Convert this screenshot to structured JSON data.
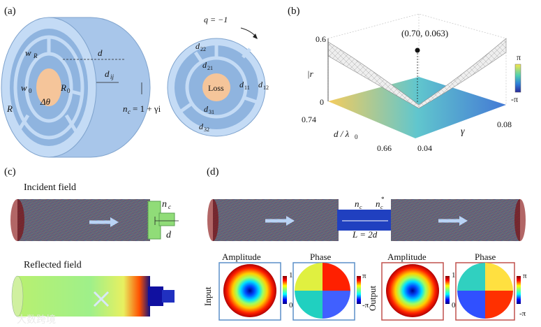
{
  "panel_labels": {
    "a": "(a)",
    "b": "(b)",
    "c": "(c)",
    "d": "(d)"
  },
  "panel_a": {
    "w_R": "w",
    "w_R_sub": "R",
    "w_0": "w",
    "w_0_sub": "0",
    "R_0": "R",
    "R_0_sub": "0",
    "delta_theta": "Δθ",
    "R": "R",
    "d": "d",
    "d_ij": "d",
    "d_ij_sub": "ij",
    "nc_eq": "= 1 + γi",
    "nc_n": "n",
    "nc_sub": "c",
    "q_label": "q = −1",
    "loss": "Loss",
    "domains": [
      {
        "main": "d",
        "sub": "22"
      },
      {
        "main": "d",
        "sub": "21"
      },
      {
        "main": "d",
        "sub": "11"
      },
      {
        "main": "d",
        "sub": "12"
      },
      {
        "main": "d",
        "sub": "31"
      },
      {
        "main": "d",
        "sub": "32"
      }
    ]
  },
  "panel_b": {
    "point_label": "(0.70, 0.063)",
    "z_tick_top": "0.6",
    "z_tick_bottom": "0",
    "z_axis_label": "|r",
    "x_tick_top": "0.74",
    "x_tick_bottom": "0.66",
    "x_axis_label": "d / λ",
    "x_axis_sub": "0",
    "y_axis_label": "γ",
    "y_tick_left": "0.04",
    "y_tick_right": "0.08",
    "colorbar_top": "π",
    "colorbar_bottom": "-π"
  },
  "panel_c": {
    "incident_title": "Incident field",
    "reflected_title": "Reflected field",
    "nc": "n",
    "nc_sub": "c",
    "d": "d"
  },
  "panel_d": {
    "nc": "n",
    "nc_sub": "c",
    "ncstar": "n",
    "ncstar_sub": "c",
    "ncstar_sup": "*",
    "L_label": "L = 2d",
    "input_label": "Input",
    "output_label": "Output",
    "amplitude_left": "Amplitude",
    "phase_left": "Phase",
    "amplitude_right": "Amplitude",
    "phase_right": "Phase",
    "amp_cb_top": "1",
    "amp_cb_bottom": "0",
    "phase_cb_top": "π",
    "phase_cb_bottom": "-π"
  },
  "watermark": "大数跨境",
  "colors": {
    "input_frame": "#5b8fc9",
    "output_frame": "#c0504d",
    "arrow": "#b9d3f5"
  }
}
